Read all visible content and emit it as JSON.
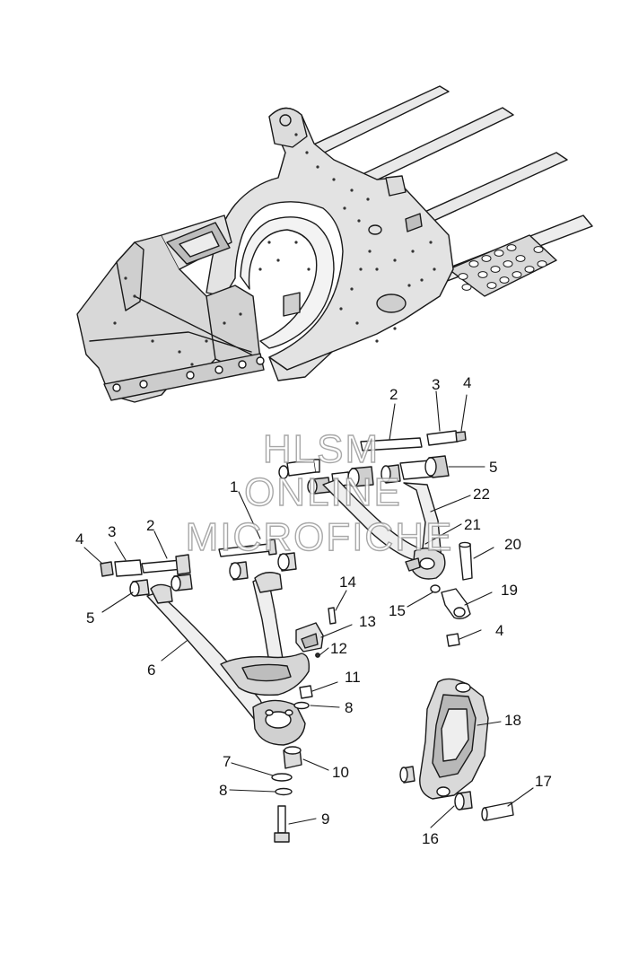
{
  "watermark": {
    "line1": "HLSM",
    "line2": "ONLINE",
    "line3": "MICROFICHE"
  },
  "callouts": {
    "c1": "1",
    "c2a": "2",
    "c2b": "2",
    "c3a": "3",
    "c3b": "3",
    "c4a": "4",
    "c4b": "4",
    "c4c": "4",
    "c5a": "5",
    "c5b": "5",
    "c6": "6",
    "c7": "7",
    "c8a": "8",
    "c8b": "8",
    "c9": "9",
    "c10": "10",
    "c11": "11",
    "c12": "12",
    "c13": "13",
    "c14": "14",
    "c15": "15",
    "c16": "16",
    "c17": "17",
    "c18": "18",
    "c19": "19",
    "c20": "20",
    "c21": "21",
    "c22": "22"
  }
}
